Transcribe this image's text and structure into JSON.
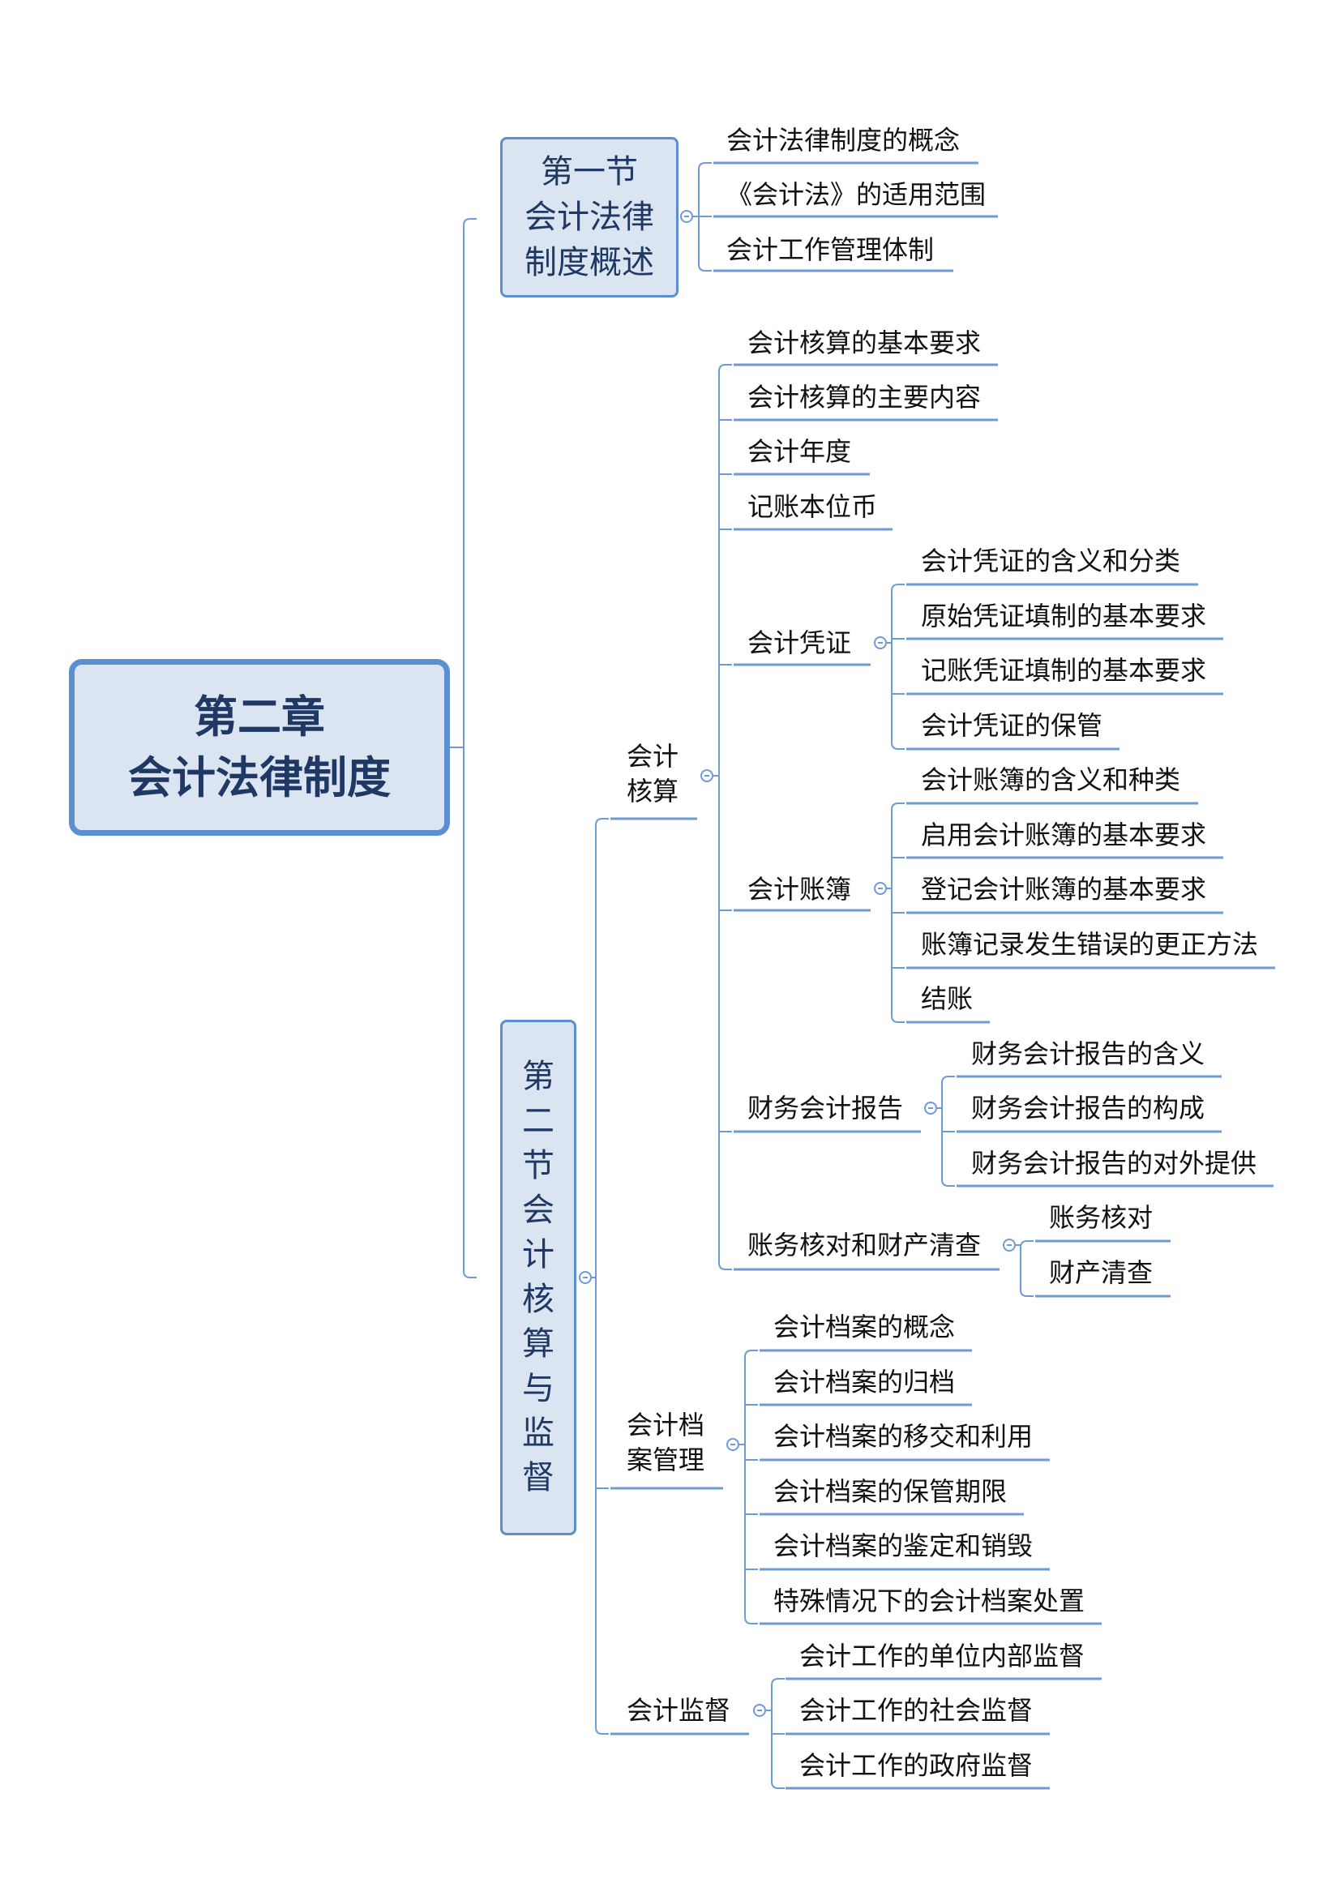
{
  "root": {
    "line1": "第二章",
    "line2": "会计法律制度"
  },
  "section1": {
    "title_line1": "第一节",
    "title_line2": "会计法律",
    "title_line3": "制度概述",
    "items": [
      "会计法律制度的概念",
      "《会计法》的适用范围",
      "会计工作管理体制"
    ]
  },
  "section2": {
    "title": "第二节　会计核算与监督",
    "accounting": {
      "title": "会计\n核算",
      "items": [
        "会计核算的基本要求",
        "会计核算的主要内容",
        "会计年度",
        "记账本位币"
      ],
      "voucher": {
        "title": "会计凭证",
        "items": [
          "会计凭证的含义和分类",
          "原始凭证填制的基本要求",
          "记账凭证填制的基本要求",
          "会计凭证的保管"
        ]
      },
      "books": {
        "title": "会计账簿",
        "items": [
          "会计账簿的含义和种类",
          "启用会计账簿的基本要求",
          "登记会计账簿的基本要求",
          "账簿记录发生错误的更正方法",
          "结账"
        ]
      },
      "report": {
        "title": "财务会计报告",
        "items": [
          "财务会计报告的含义",
          "财务会计报告的构成",
          "财务会计报告的对外提供"
        ]
      },
      "check": {
        "title": "账务核对和财产清查",
        "items": [
          "账务核对",
          "财产清查"
        ]
      }
    },
    "archives": {
      "title": "会计档\n案管理",
      "items": [
        "会计档案的概念",
        "会计档案的归档",
        "会计档案的移交和利用",
        "会计档案的保管期限",
        "会计档案的鉴定和销毁",
        "特殊情况下的会计档案处置"
      ]
    },
    "supervision": {
      "title": "会计监督",
      "items": [
        "会计工作的单位内部监督",
        "会计工作的社会监督",
        "会计工作的政府监督"
      ]
    }
  },
  "colors": {
    "line": "#6e9bd6",
    "box_fill": "#dbe5f1",
    "box_border": "#5b8fd1",
    "root_text": "#1f3864"
  }
}
